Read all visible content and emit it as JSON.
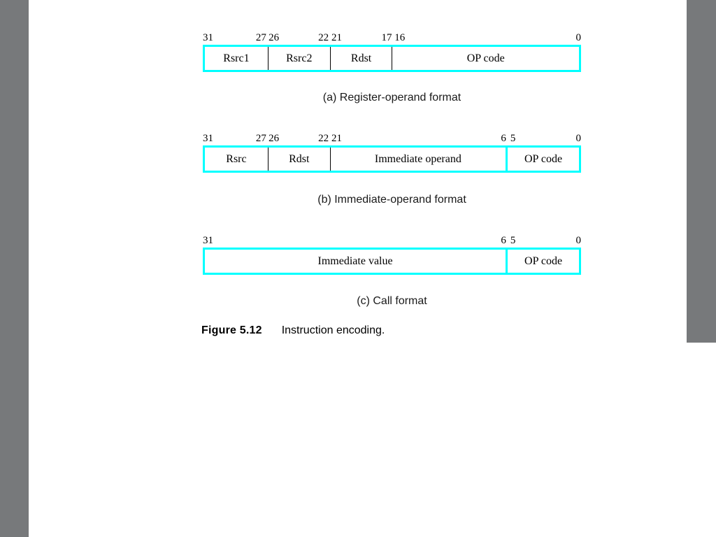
{
  "page": {
    "background_color": "#ffffff",
    "sidebar_color": "#77797b",
    "accent_color": "#00ffff"
  },
  "figure": {
    "label": "Figure 5.12",
    "text": "Instruction encoding.",
    "diagrams": [
      {
        "id": "register-operand",
        "caption": "(a) Register-operand format",
        "bit_marks": [
          {
            "value": "31",
            "align": "left",
            "pos_pct": 0.0
          },
          {
            "value": "27",
            "align": "right",
            "pos_pct": 16.8
          },
          {
            "value": "26",
            "align": "left",
            "pos_pct": 17.4
          },
          {
            "value": "22",
            "align": "right",
            "pos_pct": 33.3
          },
          {
            "value": "21",
            "align": "left",
            "pos_pct": 34.0
          },
          {
            "value": "17",
            "align": "right",
            "pos_pct": 50.0
          },
          {
            "value": "16",
            "align": "left",
            "pos_pct": 50.7
          },
          {
            "value": "0",
            "align": "right",
            "pos_pct": 100.0
          }
        ],
        "fields": [
          {
            "label": "Rsrc1",
            "width_pct": 16.8,
            "divider": "none"
          },
          {
            "label": "Rsrc2",
            "width_pct": 16.6,
            "divider": "black"
          },
          {
            "label": "Rdst",
            "width_pct": 16.6,
            "divider": "black"
          },
          {
            "label": "OP code",
            "width_pct": 50.0,
            "divider": "black"
          }
        ]
      },
      {
        "id": "immediate-operand",
        "caption": "(b) Immediate-operand format",
        "bit_marks": [
          {
            "value": "31",
            "align": "left",
            "pos_pct": 0.0
          },
          {
            "value": "27",
            "align": "right",
            "pos_pct": 16.8
          },
          {
            "value": "26",
            "align": "left",
            "pos_pct": 17.4
          },
          {
            "value": "22",
            "align": "right",
            "pos_pct": 33.3
          },
          {
            "value": "21",
            "align": "left",
            "pos_pct": 34.0
          },
          {
            "value": "6",
            "align": "right",
            "pos_pct": 80.2
          },
          {
            "value": "5",
            "align": "left",
            "pos_pct": 81.3
          },
          {
            "value": "0",
            "align": "right",
            "pos_pct": 100.0
          }
        ],
        "fields": [
          {
            "label": "Rsrc",
            "width_pct": 16.8,
            "divider": "none"
          },
          {
            "label": "Rdst",
            "width_pct": 16.6,
            "divider": "black"
          },
          {
            "label": "Immediate operand",
            "width_pct": 47.0,
            "divider": "black"
          },
          {
            "label": "OP code",
            "width_pct": 19.6,
            "divider": "cyan"
          }
        ]
      },
      {
        "id": "call",
        "caption": "(c) Call format",
        "bit_marks": [
          {
            "value": "31",
            "align": "left",
            "pos_pct": 0.0
          },
          {
            "value": "6",
            "align": "right",
            "pos_pct": 80.2
          },
          {
            "value": "5",
            "align": "left",
            "pos_pct": 81.3
          },
          {
            "value": "0",
            "align": "right",
            "pos_pct": 100.0
          }
        ],
        "fields": [
          {
            "label": "Immediate value",
            "width_pct": 80.4,
            "divider": "none"
          },
          {
            "label": "OP code",
            "width_pct": 19.6,
            "divider": "cyan"
          }
        ]
      }
    ]
  }
}
